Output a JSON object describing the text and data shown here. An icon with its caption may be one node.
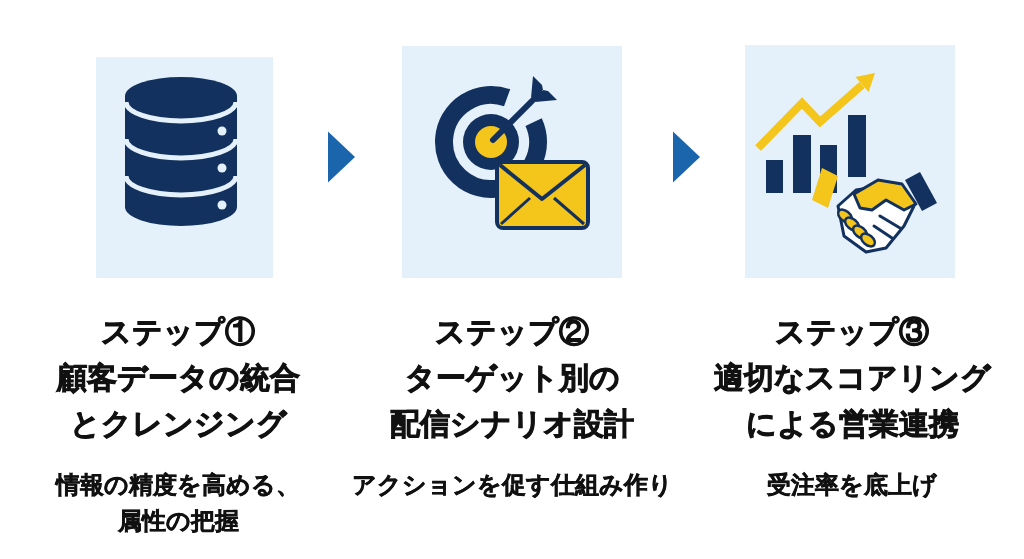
{
  "diagram": {
    "nodes": [
      {
        "text": [],
        "shape": "picture",
        "beside": [
          "ステップ①",
          "顧客データの統合とクレンジング",
          "情報の精度を高める、属性の把握"
        ]
      },
      {
        "text": [],
        "shape": "picture",
        "beside": [
          "ステップ②",
          "ターゲット別の配信シナリオ設計",
          "アクションを促す仕組み作り"
        ]
      },
      {
        "text": [],
        "shape": "picture",
        "beside": [
          "ステップ③",
          "適切なスコアリングによる営業連携",
          "受注率を底上げ"
        ]
      }
    ],
    "edges": [
      {
        "from": 0,
        "to": 1,
        "arrow": "to"
      },
      {
        "from": 1,
        "to": 2,
        "arrow": "to"
      }
    ]
  }
}
